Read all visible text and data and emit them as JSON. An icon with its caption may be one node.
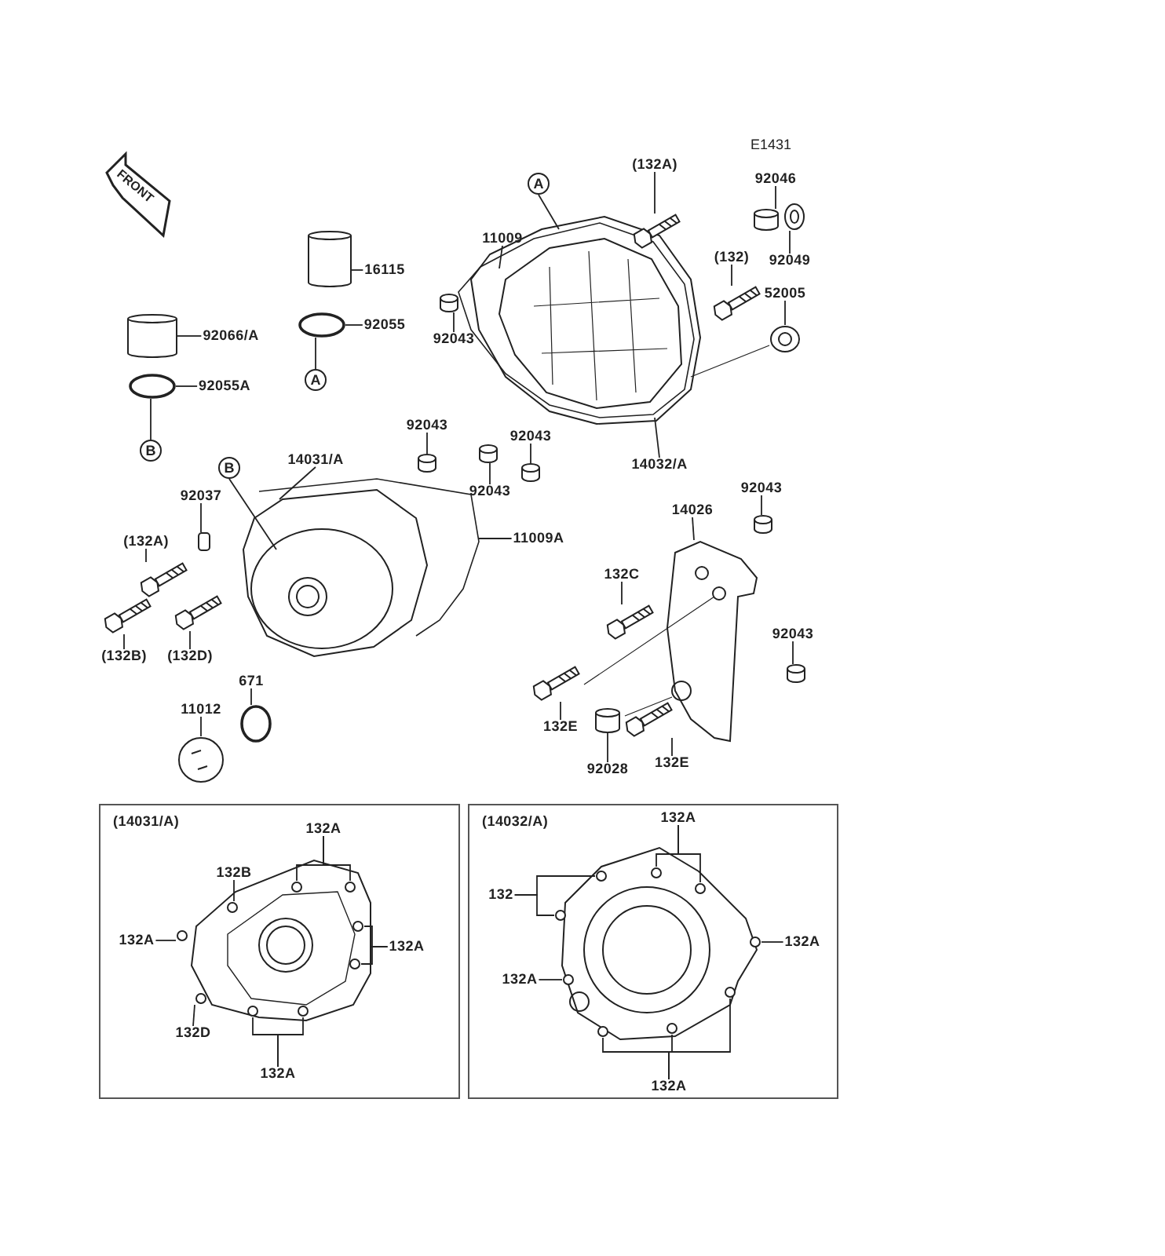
{
  "diagram": {
    "nodes": [
      {
        "text": [
          "(132A)"
        ]
      },
      {
        "text": [
          "A"
        ]
      },
      {
        "text": [
          "92046"
        ]
      },
      {
        "text": [
          "11009"
        ]
      },
      {
        "text": [
          "16115"
        ]
      },
      {
        "text": [
          "92049"
        ]
      },
      {
        "text": [
          "(132)"
        ]
      },
      {
        "text": [
          "52005"
        ]
      },
      {
        "text": [
          "92043"
        ]
      },
      {
        "text": [
          "92055"
        ]
      },
      {
        "text": [
          "A"
        ]
      },
      {
        "text": [
          "92066/A"
        ]
      },
      {
        "text": [
          "92055A"
        ]
      },
      {
        "text": [
          "B"
        ]
      },
      {
        "text": [
          "92043"
        ]
      },
      {
        "text": [
          "92043"
        ]
      },
      {
        "text": [
          "14031/A"
        ]
      },
      {
        "text": [
          "B"
        ]
      },
      {
        "text": [
          "92043"
        ]
      },
      {
        "text": [
          "14032/A"
        ]
      },
      {
        "text": [
          "14026"
        ]
      },
      {
        "text": [
          "92043"
        ]
      },
      {
        "text": [
          "92037"
        ]
      },
      {
        "text": [
          "11009A"
        ]
      },
      {
        "text": [
          "(132A)"
        ]
      },
      {
        "text": [
          "132C"
        ]
      },
      {
        "text": [
          "(132B)"
        ]
      },
      {
        "text": [
          "(132D)"
        ]
      },
      {
        "text": [
          "92043"
        ]
      },
      {
        "text": [
          "671"
        ]
      },
      {
        "text": [
          "11012"
        ]
      },
      {
        "text": [
          "132E"
        ]
      },
      {
        "text": [
          "92028"
        ]
      },
      {
        "text": [
          "132E"
        ]
      },
      {
        "text": [
          "(14031/A)"
        ]
      },
      {
        "text": [
          "(14032/A)"
        ]
      },
      {
        "text": [
          "132A"
        ],
        "in": 34
      },
      {
        "text": [
          "132B"
        ],
        "in": 34
      },
      {
        "text": [
          "132A"
        ],
        "in": 34
      },
      {
        "text": [
          "132A"
        ],
        "in": 34
      },
      {
        "text": [
          "132D"
        ],
        "in": 34
      },
      {
        "text": [
          "132A"
        ],
        "in": 34
      },
      {
        "text": [
          "132A"
        ],
        "in": 35
      },
      {
        "text": [
          "132"
        ],
        "in": 35
      },
      {
        "text": [
          "132A"
        ],
        "in": 35
      },
      {
        "text": [
          "132A"
        ],
        "in": 35
      },
      {
        "text": [
          "132A"
        ],
        "in": 35
      },
      {
        "text": [],
        "shape": "picture"
      },
      {
        "text": [],
        "shape": "cylinder"
      },
      {
        "text": [],
        "shape": "cylinder"
      },
      {
        "text": [],
        "shape": "picture"
      },
      {
        "text": [],
        "shape": "picture"
      },
      {
        "text": [],
        "shape": "picture"
      },
      {
        "text": [],
        "shape": "cylinder"
      },
      {
        "text": [],
        "shape": "circle"
      },
      {
        "text": [],
        "shape": "cylinder"
      },
      {
        "text": [],
        "shape": "circle"
      },
      {
        "text": [],
        "shape": "cylinder"
      },
      {
        "text": [],
        "shape": "cylinder"
      },
      {
        "text": [],
        "shape": "cylinder"
      },
      {
        "text": [],
        "shape": "cylinder"
      },
      {
        "text": [],
        "shape": "box"
      },
      {
        "text": [],
        "shape": "picture"
      },
      {
        "text": [],
        "shape": "picture"
      },
      {
        "text": [],
        "shape": "picture"
      },
      {
        "text": [],
        "shape": "picture"
      },
      {
        "text": [],
        "shape": "cylinder"
      },
      {
        "text": [],
        "shape": "circle"
      },
      {
        "text": [],
        "shape": "picture"
      },
      {
        "text": [],
        "shape": "picture"
      },
      {
        "text": [],
        "shape": "cylinder"
      },
      {
        "text": [],
        "shape": "picture"
      },
      {
        "text": [],
        "shape": "circle",
        "in": 34
      },
      {
        "text": [],
        "shape": "circle",
        "in": 34
      },
      {
        "text": [],
        "shape": "circle",
        "in": 34
      },
      {
        "text": [],
        "shape": "circle",
        "in": 34
      },
      {
        "text": [],
        "shape": "circle",
        "in": 34
      },
      {
        "text": [],
        "shape": "circle",
        "in": 34
      },
      {
        "text": [],
        "shape": "circle",
        "in": 34
      },
      {
        "text": [],
        "shape": "circle",
        "in": 34
      },
      {
        "text": [],
        "shape": "circle",
        "in": 34
      },
      {
        "text": [],
        "shape": "circle",
        "in": 35
      },
      {
        "text": [],
        "shape": "circle",
        "in": 35
      },
      {
        "text": [],
        "shape": "circle",
        "in": 35
      },
      {
        "text": [],
        "shape": "circle",
        "in": 35
      },
      {
        "text": [],
        "shape": "circle",
        "in": 35
      },
      {
        "text": [],
        "shape": "circle",
        "in": 35
      },
      {
        "text": [],
        "shape": "circle",
        "in": 35
      },
      {
        "text": [],
        "shape": "circle",
        "in": 35
      },
      {
        "text": [],
        "shape": "circle",
        "in": 35
      }
    ],
    "edges": [
      {
        "from": 0,
        "to": 47,
        "arrow": "none"
      },
      {
        "from": 1,
        "to": null,
        "arrow": "none"
      },
      {
        "from": 2,
        "to": 48,
        "arrow": "none"
      },
      {
        "from": 3,
        "to": null,
        "arrow": "none"
      },
      {
        "from": 4,
        "to": 49,
        "arrow": "none"
      },
      {
        "from": 5,
        "to": 50,
        "arrow": "none"
      },
      {
        "from": 6,
        "to": 51,
        "arrow": "none"
      },
      {
        "from": 7,
        "to": 52,
        "arrow": "none"
      },
      {
        "from": 8,
        "to": 53,
        "arrow": "none"
      },
      {
        "from": 9,
        "to": 54,
        "arrow": "none"
      },
      {
        "from": 10,
        "to": 54,
        "arrow": "none"
      },
      {
        "from": 11,
        "to": 55,
        "arrow": "none"
      },
      {
        "from": 12,
        "to": 56,
        "arrow": "none"
      },
      {
        "from": 13,
        "to": 56,
        "arrow": "none"
      },
      {
        "from": 14,
        "to": 57,
        "arrow": "none"
      },
      {
        "from": 15,
        "to": 58,
        "arrow": "none"
      },
      {
        "from": 16,
        "to": null,
        "arrow": "none"
      },
      {
        "from": 17,
        "to": null,
        "arrow": "none"
      },
      {
        "from": 18,
        "to": 59,
        "arrow": "none"
      },
      {
        "from": 19,
        "to": null,
        "arrow": "none"
      },
      {
        "from": 20,
        "to": null,
        "arrow": "none"
      },
      {
        "from": 21,
        "to": 60,
        "arrow": "none"
      },
      {
        "from": 22,
        "to": 61,
        "arrow": "none"
      },
      {
        "from": 23,
        "to": null,
        "arrow": "none"
      },
      {
        "from": 24,
        "to": 62,
        "arrow": "none"
      },
      {
        "from": 25,
        "to": 63,
        "arrow": "none"
      },
      {
        "from": 26,
        "to": 64,
        "arrow": "none"
      },
      {
        "from": 27,
        "to": 65,
        "arrow": "none"
      },
      {
        "from": 28,
        "to": 66,
        "arrow": "none"
      },
      {
        "from": 29,
        "to": 67,
        "arrow": "none"
      },
      {
        "from": 30,
        "to": 68,
        "arrow": "none"
      },
      {
        "from": 31,
        "to": 69,
        "arrow": "none"
      },
      {
        "from": 32,
        "to": 70,
        "arrow": "none"
      },
      {
        "from": 33,
        "to": 71,
        "arrow": "none"
      },
      {
        "from": 36,
        "to": 72,
        "arrow": "none"
      },
      {
        "from": 36,
        "to": 73,
        "arrow": "none"
      },
      {
        "from": 37,
        "to": 74,
        "arrow": "none"
      },
      {
        "from": 38,
        "to": 75,
        "arrow": "none"
      },
      {
        "from": 39,
        "to": 76,
        "arrow": "none"
      },
      {
        "from": 39,
        "to": 77,
        "arrow": "none"
      },
      {
        "from": 40,
        "to": 78,
        "arrow": "none"
      },
      {
        "from": 41,
        "to": 79,
        "arrow": "none"
      },
      {
        "from": 41,
        "to": 80,
        "arrow": "none"
      },
      {
        "from": 42,
        "to": 81,
        "arrow": "none"
      },
      {
        "from": 42,
        "to": 82,
        "arrow": "none"
      },
      {
        "from": 43,
        "to": 83,
        "arrow": "none"
      },
      {
        "from": 43,
        "to": 84,
        "arrow": "none"
      },
      {
        "from": 44,
        "to": 85,
        "arrow": "none"
      },
      {
        "from": 45,
        "to": 86,
        "arrow": "none"
      },
      {
        "from": 46,
        "to": 87,
        "arrow": "none"
      },
      {
        "from": 46,
        "to": 88,
        "arrow": "none"
      },
      {
        "from": 46,
        "to": 89,
        "arrow": "none"
      }
    ],
    "labels": [
      "FRONT",
      "E1431"
    ]
  }
}
